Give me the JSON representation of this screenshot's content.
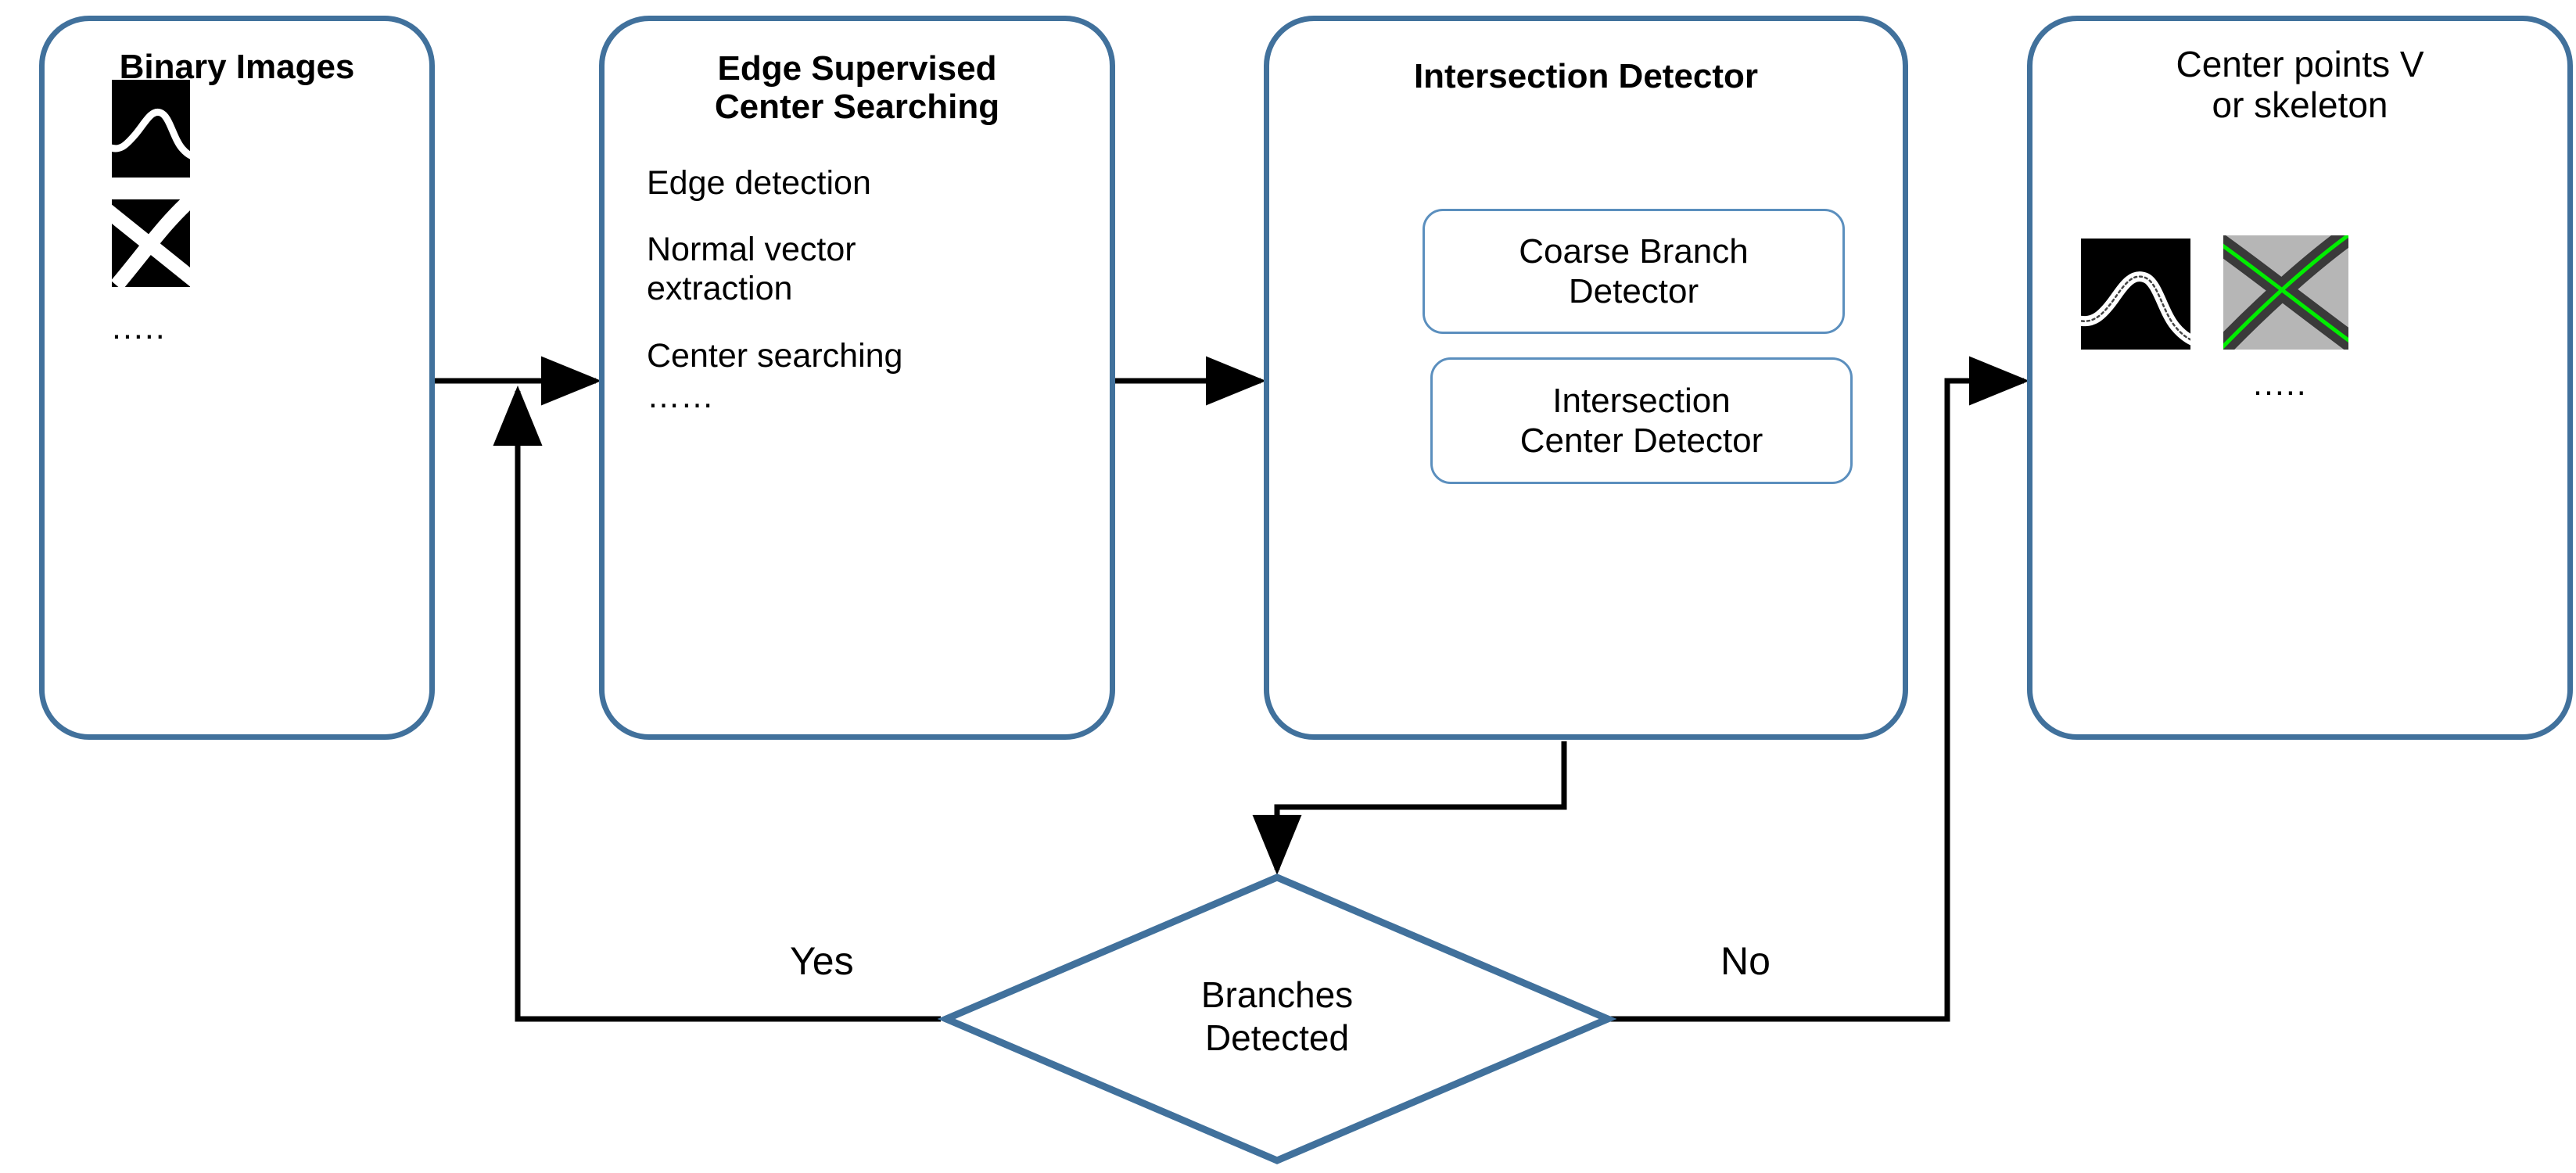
{
  "diagram": {
    "type": "flowchart",
    "accent_color": "#41719C",
    "subbox_border_color": "#5B8FBE",
    "arrow_color": "#000000",
    "overlay_color": "#00EE00",
    "nodes": [
      {
        "id": "binary-images",
        "title": "Binary Images",
        "title_bold": true,
        "ellipsis": ".....",
        "thumbnails": [
          "binary-curve-thumbnail",
          "binary-x-thumbnail"
        ]
      },
      {
        "id": "edge-supervised-center-searching",
        "title": "Edge Supervised\nCenter Searching",
        "title_bold": true,
        "items": [
          "Edge detection",
          "Normal vector\nextraction",
          "Center searching",
          "……"
        ]
      },
      {
        "id": "intersection-detector",
        "title": "Intersection Detector",
        "title_bold": true,
        "subboxes": [
          "Coarse Branch\nDetector",
          "Intersection\nCenter Detector"
        ]
      },
      {
        "id": "center-points-or-skeleton",
        "title": "Center points V\nor skeleton",
        "title_bold": false,
        "ellipsis": ".....",
        "thumbnails": [
          "skeleton-curve-thumbnail",
          "green-cross-skeleton-thumbnail"
        ]
      }
    ],
    "decision": {
      "id": "branches-detected",
      "label": "Branches\nDetected",
      "yes_label": "Yes",
      "no_label": "No"
    },
    "edges": [
      {
        "from": "binary-images",
        "to": "edge-supervised-center-searching",
        "label": ""
      },
      {
        "from": "edge-supervised-center-searching",
        "to": "intersection-detector",
        "label": ""
      },
      {
        "from": "intersection-detector",
        "to": "branches-detected",
        "label": ""
      },
      {
        "from": "branches-detected",
        "to": "edge-supervised-center-searching",
        "label": "Yes"
      },
      {
        "from": "branches-detected",
        "to": "center-points-or-skeleton",
        "label": "No"
      }
    ]
  }
}
